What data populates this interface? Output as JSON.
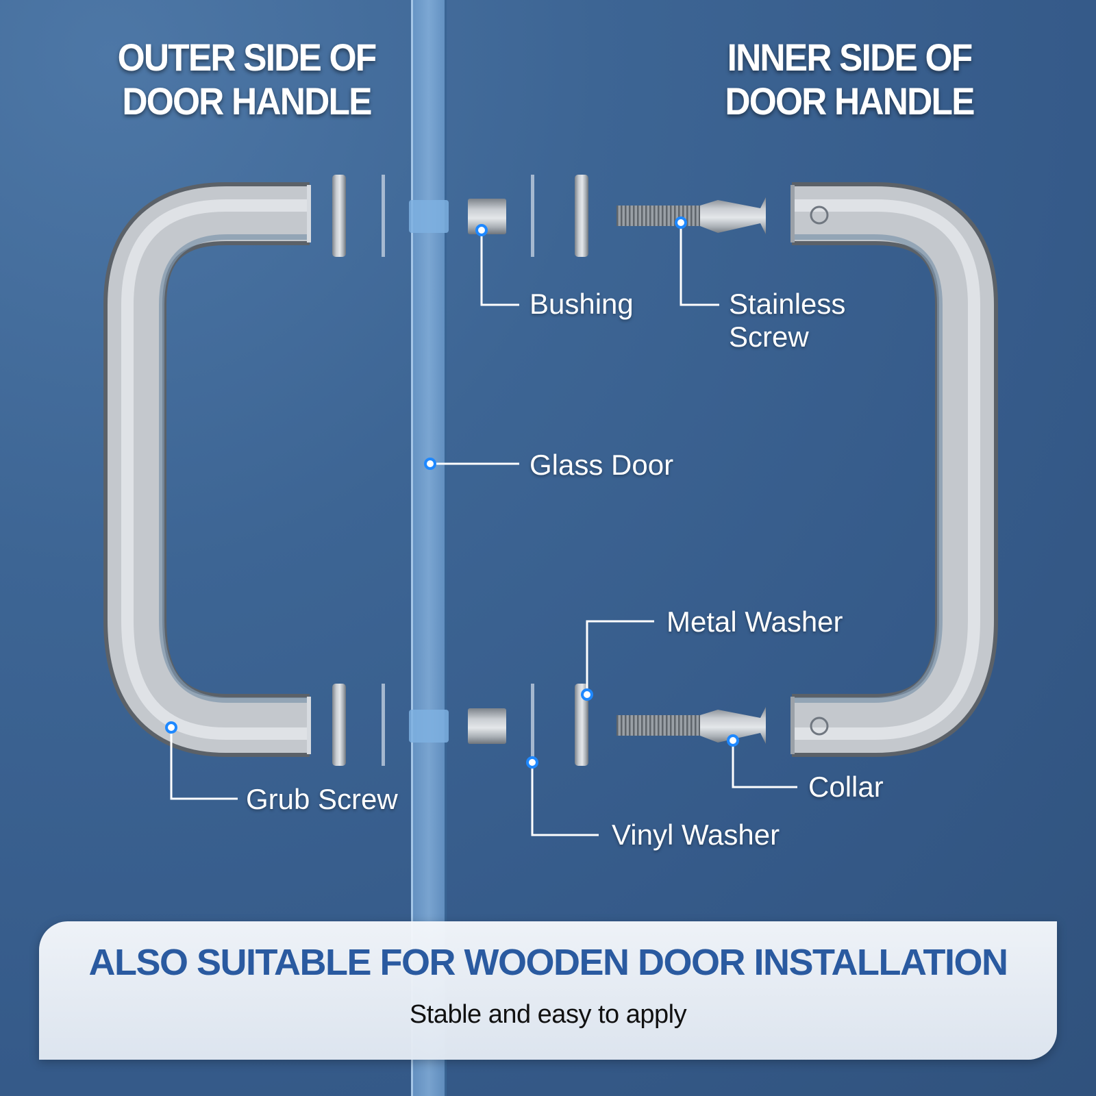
{
  "headings": {
    "outer": [
      "OUTER SIDE OF",
      "DOOR HANDLE"
    ],
    "inner": [
      "INNER SIDE OF",
      "DOOR HANDLE"
    ]
  },
  "parts": {
    "bushing": [
      "Bushing"
    ],
    "stainless_screw": [
      "Stainless",
      "Screw"
    ],
    "glass_door": [
      "Glass Door"
    ],
    "metal_washer": [
      "Metal Washer"
    ],
    "grub_screw": [
      "Grub Screw"
    ],
    "collar": [
      "Collar"
    ],
    "vinyl_washer": [
      "Vinyl Washer"
    ]
  },
  "banner": {
    "title": "ALSO SUITABLE FOR WOODEN DOOR INSTALLATION",
    "subtitle": "Stable and easy to apply"
  },
  "colors": {
    "background": "#3d6594",
    "callout_dot": "#1e88ff",
    "banner_title": "#2a5aa0",
    "metal": "#a9aeb4"
  }
}
